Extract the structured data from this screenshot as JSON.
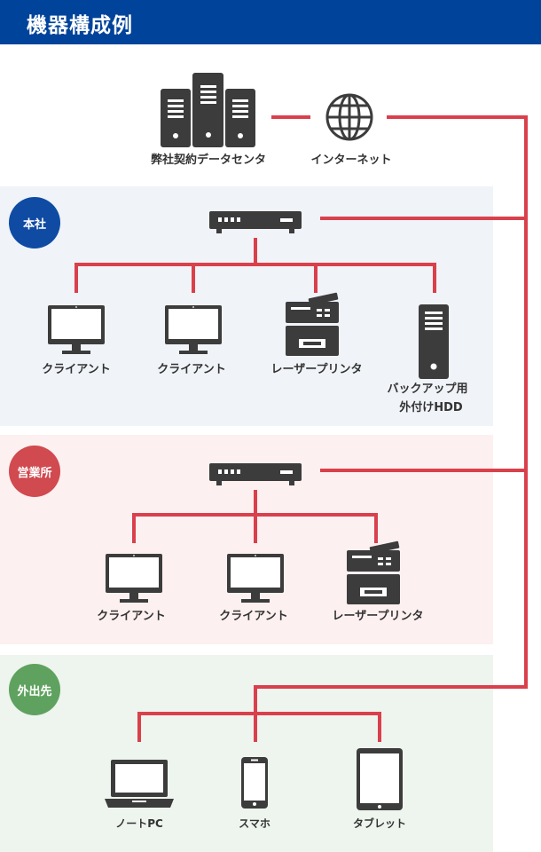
{
  "header": {
    "title": "機器構成例"
  },
  "colors": {
    "header_bg": "#00439b",
    "line": "#d9404c",
    "icon": "#3c3c3c",
    "honsha_bg": "#f0f3f8",
    "eigyo_bg": "#fdf0f0",
    "gaishutsu_bg": "#eef4ee",
    "honsha_badge": "#0f4ba3",
    "eigyo_badge": "#d04a50",
    "gaishutsu_badge": "#5fa25f"
  },
  "top": {
    "datacenter_label": "弊社契約データセンタ",
    "internet_label": "インターネット"
  },
  "honsha": {
    "badge": "本社",
    "items": [
      "クライアント",
      "クライアント",
      "レーザープリンタ"
    ],
    "backup_line1": "バックアップ用",
    "backup_line2": "外付けHDD"
  },
  "eigyo": {
    "badge": "営業所",
    "items": [
      "クライアント",
      "クライアント",
      "レーザープリンタ"
    ]
  },
  "gaishutsu": {
    "badge": "外出先",
    "items": [
      "ノートPC",
      "スマホ",
      "タブレット"
    ]
  }
}
